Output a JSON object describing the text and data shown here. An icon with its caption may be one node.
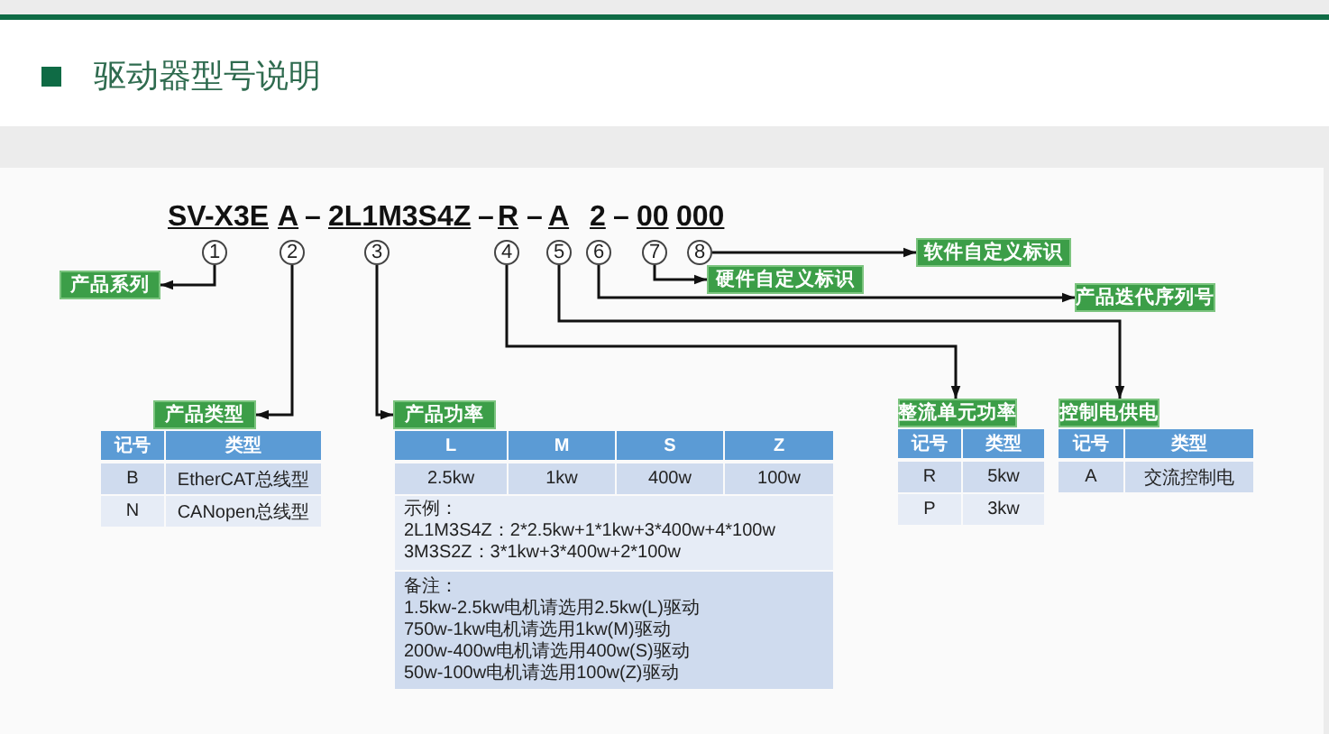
{
  "diagram": {
    "title": "驱动器型号说明",
    "nodes": [
      {
        "text": [
          "1"
        ]
      },
      {
        "text": [
          "2"
        ]
      },
      {
        "text": [
          "3"
        ]
      },
      {
        "text": [
          "4"
        ]
      },
      {
        "text": [
          "5"
        ]
      },
      {
        "text": [
          "6"
        ]
      },
      {
        "text": [
          "7"
        ]
      },
      {
        "text": [
          "8"
        ]
      },
      {
        "text": [
          "软件自定义标识"
        ]
      },
      {
        "text": [
          "硬件自定义标识"
        ]
      },
      {
        "text": [
          "产品系列"
        ]
      },
      {
        "text": [
          "产品迭代序列号"
        ]
      },
      {
        "text": [
          "产品类型"
        ]
      },
      {
        "text": [
          "产品功率"
        ]
      },
      {
        "text": [
          "整流单元功率"
        ]
      },
      {
        "text": [
          "控制电供电"
        ]
      }
    ],
    "edges": [
      {
        "from": 0,
        "to": 10,
        "arrow": "to"
      },
      {
        "from": 1,
        "to": 12,
        "arrow": "to"
      },
      {
        "from": 2,
        "to": 13,
        "arrow": "to"
      },
      {
        "from": 3,
        "to": 14,
        "arrow": "to"
      },
      {
        "from": 4,
        "to": 15,
        "arrow": "to"
      },
      {
        "from": 5,
        "to": 11,
        "arrow": "to"
      },
      {
        "from": 6,
        "to": 9,
        "arrow": "to"
      },
      {
        "from": 7,
        "to": 8,
        "arrow": "to"
      }
    ],
    "labels": [
      "SV-X3E",
      "A",
      "–",
      "2L1M3S4Z",
      "–",
      "R",
      "–",
      "A",
      "2",
      "–",
      "00",
      "000",
      "记号",
      "类型",
      "B",
      "EtherCAT总线型",
      "N",
      "CANopen总线型",
      "L",
      "M",
      "S",
      "Z",
      "2.5kw",
      "1kw",
      "400w",
      "100w",
      "示例：",
      "2L1M3S4Z：2*2.5kw+1*1kw+3*400w+4*100w",
      "3M3S2Z：3*1kw+3*400w+2*100w",
      "备注：",
      "1.5kw-2.5kw电机请选用2.5kw(L)驱动",
      "750w-1kw电机请选用1kw(M)驱动",
      "200w-400w电机请选用400w(S)驱动",
      "50w-100w电机请选用100w(Z)驱动",
      "记号",
      "类型",
      "R",
      "5kw",
      "P",
      "3kw",
      "记号",
      "类型",
      "A",
      "交流控制电"
    ]
  }
}
